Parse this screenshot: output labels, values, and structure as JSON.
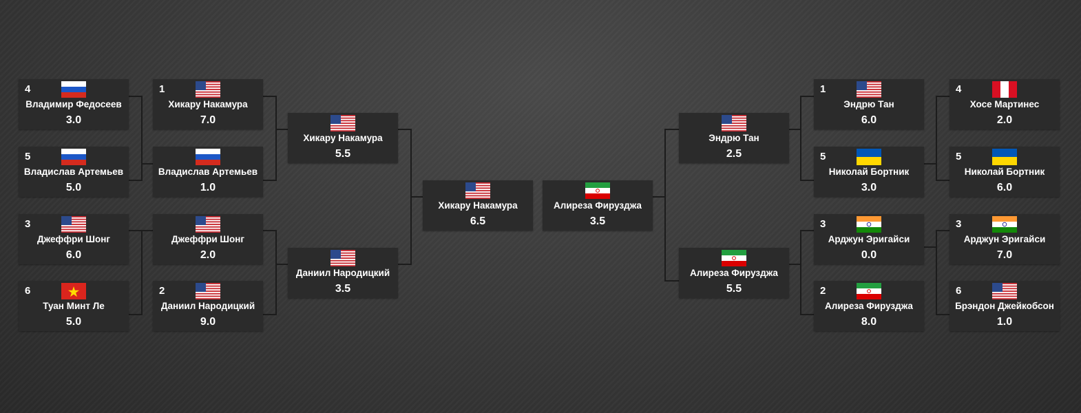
{
  "bracket": {
    "left": {
      "round1": [
        {
          "seed": "4",
          "name": "Владимир Федосеев",
          "score": "3.0",
          "flag": "russia-flag-icon"
        },
        {
          "seed": "5",
          "name": "Владислав Артемьев",
          "score": "5.0",
          "flag": "russia-flag-icon"
        },
        {
          "seed": "3",
          "name": "Джеффри Шонг",
          "score": "6.0",
          "flag": "usa-flag-icon"
        },
        {
          "seed": "6",
          "name": "Туан Минт Ле",
          "score": "5.0",
          "flag": "vietnam-flag-icon"
        }
      ],
      "round2": [
        {
          "seed": "1",
          "name": "Хикару Накамура",
          "score": "7.0",
          "flag": "usa-flag-icon"
        },
        {
          "seed": "",
          "name": "Владислав Артемьев",
          "score": "1.0",
          "flag": "russia-flag-icon"
        },
        {
          "seed": "",
          "name": "Джеффри Шонг",
          "score": "2.0",
          "flag": "usa-flag-icon"
        },
        {
          "seed": "2",
          "name": "Даниил Народицкий",
          "score": "9.0",
          "flag": "usa-flag-icon"
        }
      ],
      "semi": [
        {
          "name": "Хикару Накамура",
          "score": "5.5",
          "flag": "usa-flag-icon"
        },
        {
          "name": "Даниил Народицкий",
          "score": "3.5",
          "flag": "usa-flag-icon"
        }
      ]
    },
    "final": {
      "left": {
        "name": "Хикару Накамура",
        "score": "6.5",
        "flag": "usa-flag-icon"
      },
      "right": {
        "name": "Алиреза Фирузджа",
        "score": "3.5",
        "flag": "iran-flag-icon"
      }
    },
    "right": {
      "semi": [
        {
          "name": "Эндрю Тан",
          "score": "2.5",
          "flag": "usa-flag-icon"
        },
        {
          "name": "Алиреза Фирузджа",
          "score": "5.5",
          "flag": "iran-flag-icon"
        }
      ],
      "round2": [
        {
          "seed": "1",
          "name": "Эндрю Тан",
          "score": "6.0",
          "flag": "usa-flag-icon"
        },
        {
          "seed": "5",
          "name": "Николай Бортник",
          "score": "3.0",
          "flag": "ukraine-flag-icon"
        },
        {
          "seed": "3",
          "name": "Арджун Эригайси",
          "score": "0.0",
          "flag": "india-flag-icon"
        },
        {
          "seed": "2",
          "name": "Алиреза Фирузджа",
          "score": "8.0",
          "flag": "iran-flag-icon"
        }
      ],
      "round1": [
        {
          "seed": "4",
          "name": "Хосе Мартинес",
          "score": "2.0",
          "flag": "peru-flag-icon"
        },
        {
          "seed": "5",
          "name": "Николай Бортник",
          "score": "6.0",
          "flag": "ukraine-flag-icon"
        },
        {
          "seed": "3",
          "name": "Арджун Эригайси",
          "score": "7.0",
          "flag": "india-flag-icon"
        },
        {
          "seed": "6",
          "name": "Брэндон Джейкобсон",
          "score": "1.0",
          "flag": "usa-flag-icon"
        }
      ]
    }
  },
  "colors": {
    "card_bg": "#2b2b2b",
    "line": "#1c1c1c",
    "text": "#ffffff"
  }
}
